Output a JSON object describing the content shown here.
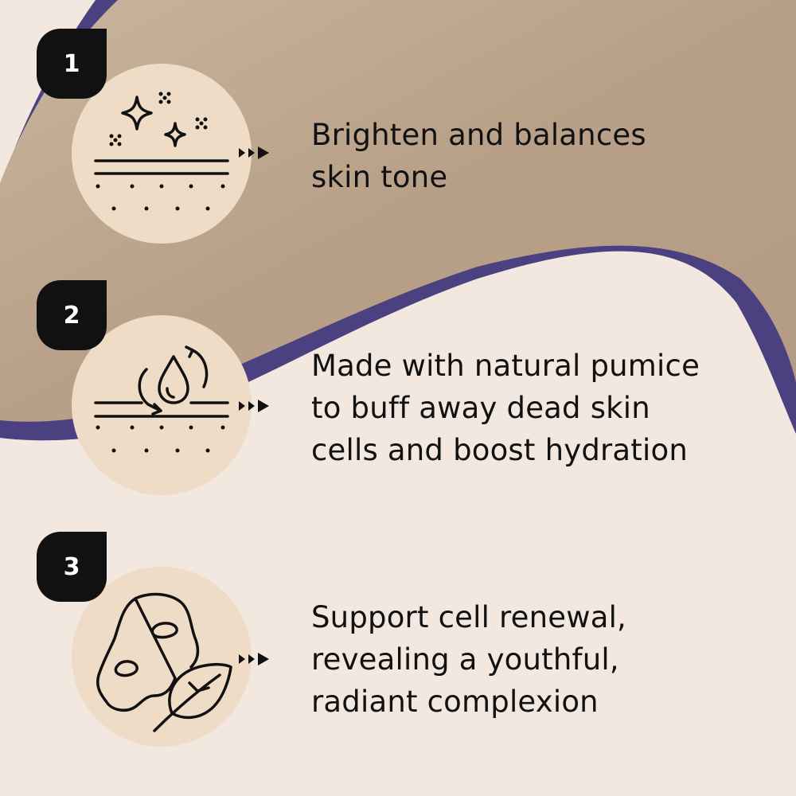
{
  "benefits": [
    {
      "number": "1",
      "text": "Brighten and balances\nskin tone",
      "icon": "sparkle-skin-icon"
    },
    {
      "number": "2",
      "text": "Made with natural pumice\nto buff away dead skin\ncells and boost hydration",
      "icon": "hydration-drop-icon"
    },
    {
      "number": "3",
      "text": "Support cell renewal,\nrevealing a youthful,\nradiant complexion",
      "icon": "face-mask-leaf-icon"
    }
  ],
  "colors": {
    "background": "#f3e8df",
    "stone": "#b59e86",
    "accent_purple": "#4b4180",
    "circle": "#eedcc6",
    "badge": "#111111",
    "text": "#111111"
  }
}
